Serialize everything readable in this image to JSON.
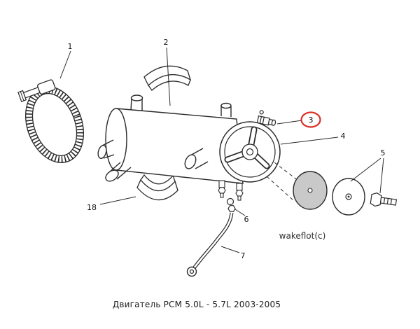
{
  "diagram": {
    "caption": "Двигатель PCM 5.0L - 5.7L 2003-2005",
    "watermark": "wakeflot(c)",
    "highlight_color": "#d93025",
    "line_color": "#2a2a2a",
    "gasket_fill": "#c9c9c9",
    "parts": {
      "p1": "1",
      "p2": "2",
      "p3": "3",
      "p4": "4",
      "p5": "5",
      "p6": "6",
      "p7": "7",
      "p18": "18"
    }
  }
}
